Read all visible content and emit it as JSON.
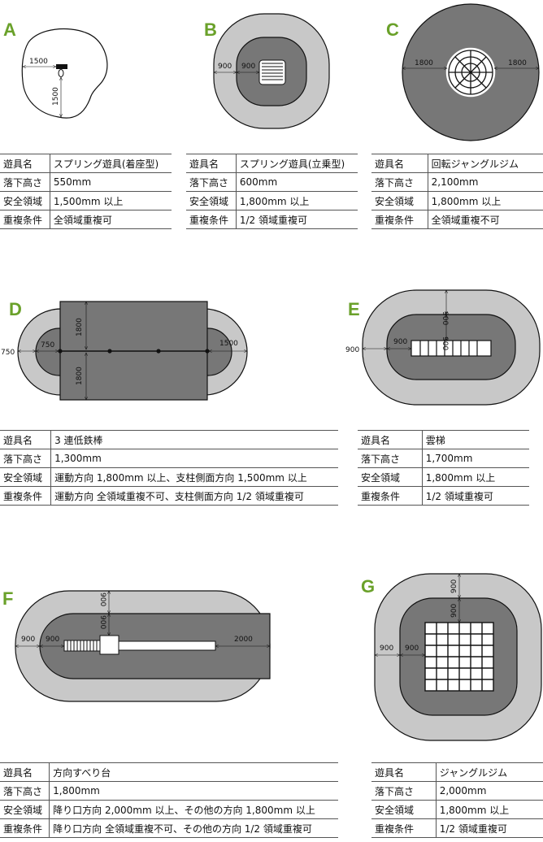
{
  "header_keys": [
    "遊具名",
    "落下高さ",
    "安全領域",
    "重複条件"
  ],
  "items": [
    {
      "id": "A",
      "name": "スプリング遊具(着座型)",
      "height": "550mm",
      "area": "1,500mm 以上",
      "overlap": "全領域重複可",
      "dims": {
        "d1": "1500",
        "d2": "1500"
      }
    },
    {
      "id": "B",
      "name": "スプリング遊具(立乗型)",
      "height": "600mm",
      "area": "1,800mm 以上",
      "overlap": "1/2 領域重複可",
      "dims": {
        "d1": "900",
        "d2": "900"
      }
    },
    {
      "id": "C",
      "name": "回転ジャングルジム",
      "height": "2,100mm",
      "area": "1,800mm 以上",
      "overlap": "全領域重複不可",
      "dims": {
        "d1": "1800",
        "d2": "1800"
      }
    },
    {
      "id": "D",
      "name": "3 連低鉄棒",
      "height": "1,300mm",
      "area": "運動方向 1,800mm 以上、支柱側面方向 1,500mm 以上",
      "overlap": "運動方向 全領域重複不可、支柱側面方向 1/2 領域重複可",
      "dims": {
        "d1": "750",
        "d2": "750",
        "d3": "1500",
        "d4": "1800",
        "d5": "1800"
      }
    },
    {
      "id": "E",
      "name": "雲梯",
      "height": "1,700mm",
      "area": "1,800mm 以上",
      "overlap": "1/2 領域重複可",
      "dims": {
        "d1": "900",
        "d2": "900",
        "d3": "900",
        "d4": "900"
      }
    },
    {
      "id": "F",
      "name": "方向すべり台",
      "height": "1,800mm",
      "area": "降り口方向 2,000mm 以上、その他の方向 1,800mm 以上",
      "overlap": "降り口方向 全領域重複不可、その他の方向 1/2 領域重複可",
      "dims": {
        "d1": "900",
        "d2": "900",
        "d3": "900",
        "d4": "900",
        "d5": "2000"
      }
    },
    {
      "id": "G",
      "name": "ジャングルジム",
      "height": "2,000mm",
      "area": "1,800mm 以上",
      "overlap": "1/2 領域重複可",
      "dims": {
        "d1": "900",
        "d2": "900",
        "d3": "900",
        "d4": "900"
      }
    }
  ],
  "colors": {
    "outer": "#c8c8c8",
    "inner": "#777777",
    "stroke": "#1a1a1a",
    "label": "#6aa12a"
  }
}
